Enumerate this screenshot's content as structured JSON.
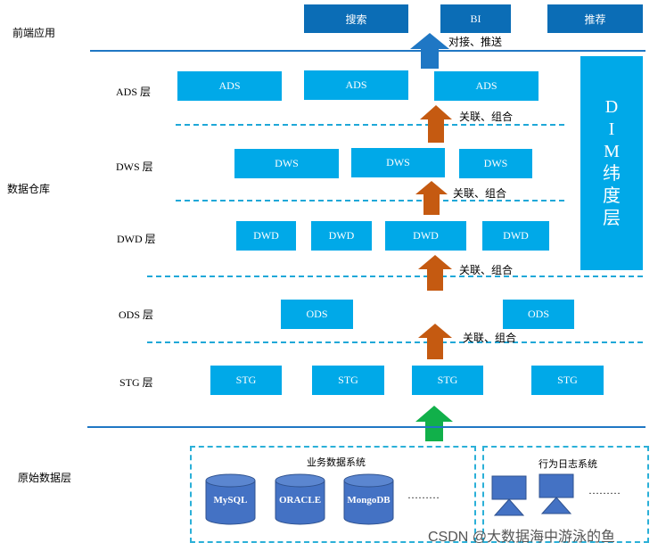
{
  "sections": {
    "frontend": "前端应用",
    "warehouse": "数据仓库",
    "raw": "原始数据层"
  },
  "frontend_apps": [
    "搜索",
    "BI",
    "推荐"
  ],
  "connect_note": "对接、推送",
  "layers": {
    "ads": {
      "label": "ADS 层",
      "boxes": [
        "ADS",
        "ADS",
        "ADS"
      ]
    },
    "dws": {
      "label": "DWS 层",
      "boxes": [
        "DWS",
        "DWS",
        "DWS"
      ]
    },
    "dwd": {
      "label": "DWD 层",
      "boxes": [
        "DWD",
        "DWD",
        "DWD",
        "DWD"
      ]
    },
    "ods": {
      "label": "ODS 层",
      "boxes": [
        "ODS",
        "ODS"
      ]
    },
    "stg": {
      "label": "STG 层",
      "boxes": [
        "STG",
        "STG",
        "STG",
        "STG"
      ]
    }
  },
  "combine_note": "关联、组合",
  "dim": [
    "D",
    "I",
    "M",
    "纬",
    "度",
    "层"
  ],
  "business_system": {
    "title": "业务数据系统",
    "dbs": [
      "MySQL",
      "ORACLE",
      "MongoDB"
    ],
    "more": "………"
  },
  "behavior_log": {
    "title": "行为日志系统",
    "more": "………"
  },
  "watermark": "CSDN @大数据海中游泳的鱼",
  "colors": {
    "box": "#00a9e8",
    "top_box": "#0b6db6",
    "arrow_blue": "#1f77c4",
    "arrow_orange": "#c55a11",
    "arrow_green": "#11b04a",
    "db": "#4472c4"
  }
}
